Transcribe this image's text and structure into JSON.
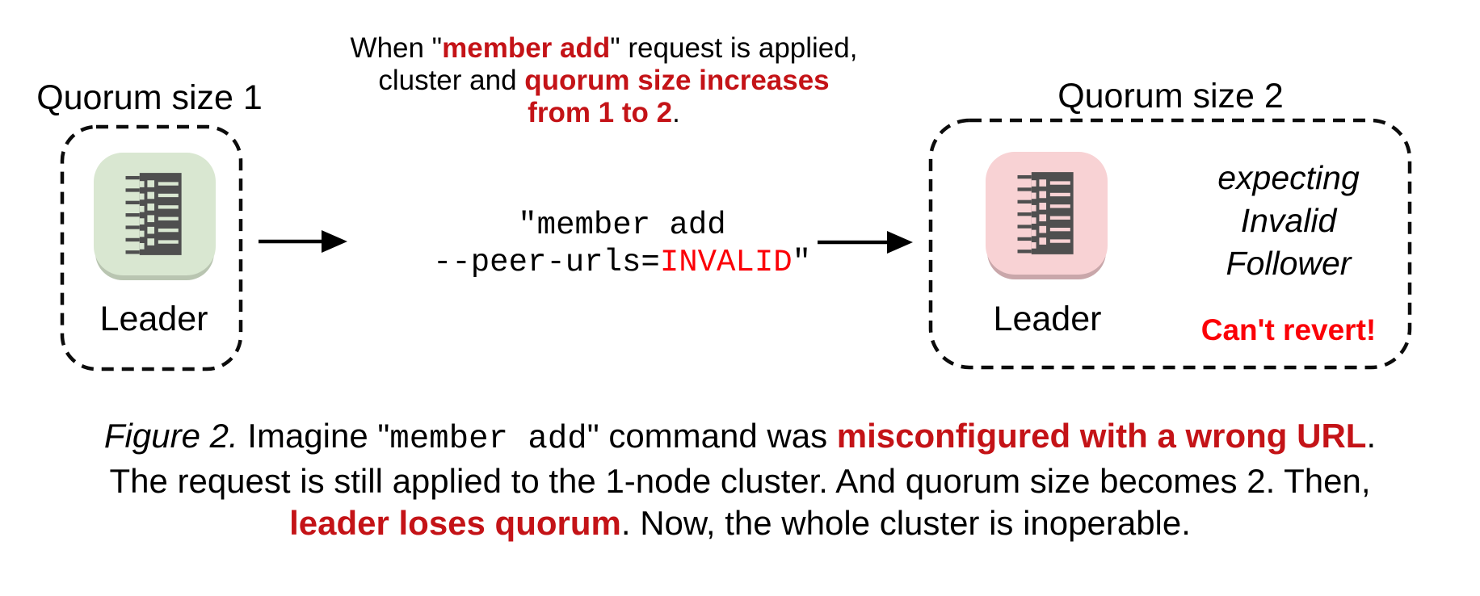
{
  "colors": {
    "dark_red": "#c41317",
    "bright_red": "#fb0007",
    "green_bg": "#d9e7d1",
    "green_lip": "#b9c5b1",
    "pink_bg": "#f8d2d4",
    "pink_lip": "#c9a7aa",
    "server_dark": "#4f4f4f",
    "text_black": "#000000"
  },
  "left_cluster": {
    "title": "Quorum size 1",
    "node_label": "Leader"
  },
  "right_cluster": {
    "title": "Quorum size 2",
    "node_label": "Leader",
    "expecting": {
      "line1": "expecting",
      "line2": "Invalid",
      "line3": "Follower"
    },
    "warning": "Can't revert!"
  },
  "explanation": {
    "line1_pre": "When \"",
    "line1_em": "member add",
    "line1_post": "\" request is applied,",
    "line2_pre": "cluster and ",
    "line2_em": "quorum size increases",
    "line3_em": "from 1 to 2",
    "line3_post": "."
  },
  "command": {
    "line1": "\"member add",
    "line2_pre": "--peer-urls=",
    "line2_em": "INVALID",
    "line2_post": "\""
  },
  "caption": {
    "figure_label": "Figure 2.",
    "line1_a": " Imagine \"",
    "line1_code": "member add",
    "line1_b": "\" command was ",
    "line1_em": "misconfigured with a wrong URL",
    "line1_c": ".",
    "line2": "The request is still applied to the 1-node cluster. And quorum size becomes 2. Then,",
    "line3_em": "leader loses quorum",
    "line3_b": ". Now, the whole cluster is inoperable."
  }
}
